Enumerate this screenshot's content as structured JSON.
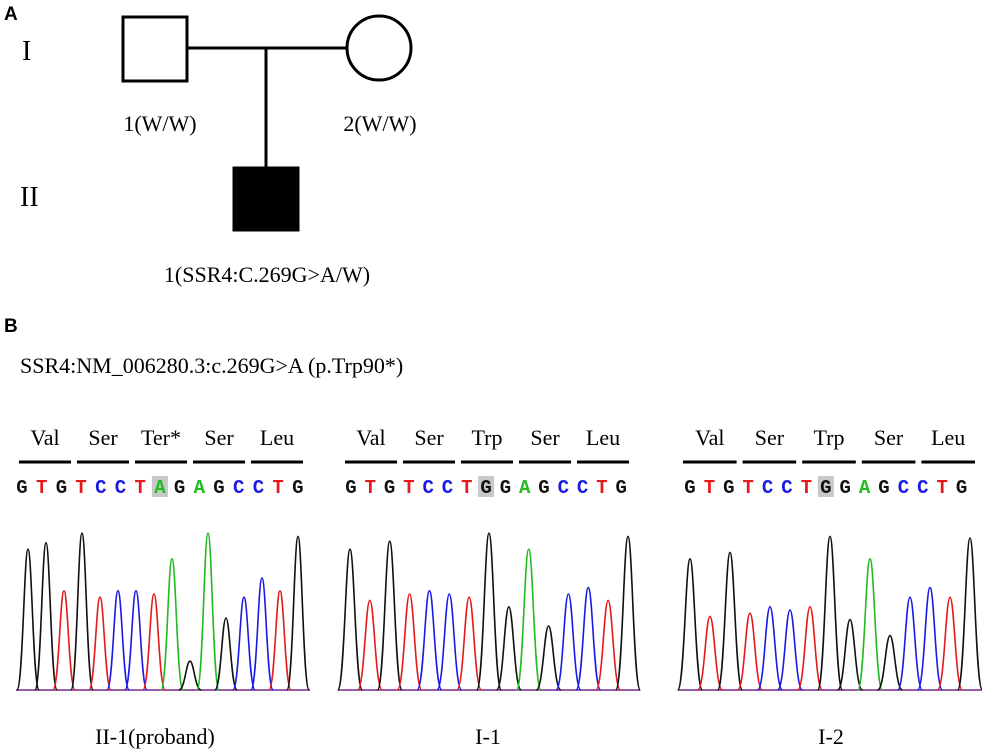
{
  "colors": {
    "A": "#22bb22",
    "C": "#1a1ae6",
    "G": "#111111",
    "T": "#e61a1a",
    "highlight": "#c8c8c8"
  },
  "panelA": {
    "letter": "A",
    "generation_labels": [
      "I",
      "II"
    ],
    "individuals": [
      {
        "id": "father",
        "shape": "square",
        "affected": false,
        "label": "1(W/W)"
      },
      {
        "id": "mother",
        "shape": "circle",
        "affected": false,
        "label": "2(W/W)"
      },
      {
        "id": "proband",
        "shape": "square",
        "affected": true,
        "label": "1(SSR4:C.269G>A/W)"
      }
    ]
  },
  "panelB": {
    "letter": "B",
    "variant_title": "SSR4:NM_006280.3:c.269G>A (p.Trp90*)",
    "traces": [
      {
        "sample": "II-1(proband)",
        "codons": [
          "Val",
          "Ser",
          "Ter*",
          "Ser",
          "Leu"
        ],
        "sequence": "GTGTCCTAGAGCCTG",
        "highlight_index": 7,
        "peaks": [
          {
            "base": "G",
            "h": 0.88
          },
          {
            "base": "G",
            "h": 0.92
          },
          {
            "base": "T",
            "h": 0.62
          },
          {
            "base": "G",
            "h": 0.98
          },
          {
            "base": "T",
            "h": 0.58
          },
          {
            "base": "C",
            "h": 0.62
          },
          {
            "base": "C",
            "h": 0.62
          },
          {
            "base": "T",
            "h": 0.6
          },
          {
            "base": "A",
            "h": 0.82
          },
          {
            "base": "G",
            "h": 0.18
          },
          {
            "base": "A",
            "h": 0.98
          },
          {
            "base": "G",
            "h": 0.45
          },
          {
            "base": "C",
            "h": 0.58
          },
          {
            "base": "C",
            "h": 0.7
          },
          {
            "base": "T",
            "h": 0.62
          },
          {
            "base": "G",
            "h": 0.96
          }
        ]
      },
      {
        "sample": "I-1",
        "codons": [
          "Val",
          "Ser",
          "Trp",
          "Ser",
          "Leu"
        ],
        "sequence": "GTGTCCTGGAGCCTG",
        "highlight_index": 7,
        "peaks": [
          {
            "base": "G",
            "h": 0.88
          },
          {
            "base": "T",
            "h": 0.56
          },
          {
            "base": "G",
            "h": 0.93
          },
          {
            "base": "T",
            "h": 0.6
          },
          {
            "base": "C",
            "h": 0.62
          },
          {
            "base": "C",
            "h": 0.6
          },
          {
            "base": "T",
            "h": 0.58
          },
          {
            "base": "G",
            "h": 0.98
          },
          {
            "base": "G",
            "h": 0.52
          },
          {
            "base": "A",
            "h": 0.88
          },
          {
            "base": "G",
            "h": 0.4
          },
          {
            "base": "C",
            "h": 0.6
          },
          {
            "base": "C",
            "h": 0.64
          },
          {
            "base": "T",
            "h": 0.56
          },
          {
            "base": "G",
            "h": 0.96
          }
        ]
      },
      {
        "sample": "I-2",
        "codons": [
          "Val",
          "Ser",
          "Trp",
          "Ser",
          "Leu"
        ],
        "sequence": "GTGTCCTGGAGCCTG",
        "highlight_index": 7,
        "peaks": [
          {
            "base": "G",
            "h": 0.82
          },
          {
            "base": "T",
            "h": 0.46
          },
          {
            "base": "G",
            "h": 0.86
          },
          {
            "base": "T",
            "h": 0.48
          },
          {
            "base": "C",
            "h": 0.52
          },
          {
            "base": "C",
            "h": 0.5
          },
          {
            "base": "T",
            "h": 0.52
          },
          {
            "base": "G",
            "h": 0.96
          },
          {
            "base": "G",
            "h": 0.44
          },
          {
            "base": "A",
            "h": 0.82
          },
          {
            "base": "G",
            "h": 0.34
          },
          {
            "base": "C",
            "h": 0.58
          },
          {
            "base": "C",
            "h": 0.64
          },
          {
            "base": "T",
            "h": 0.58
          },
          {
            "base": "G",
            "h": 0.95
          }
        ]
      }
    ]
  }
}
